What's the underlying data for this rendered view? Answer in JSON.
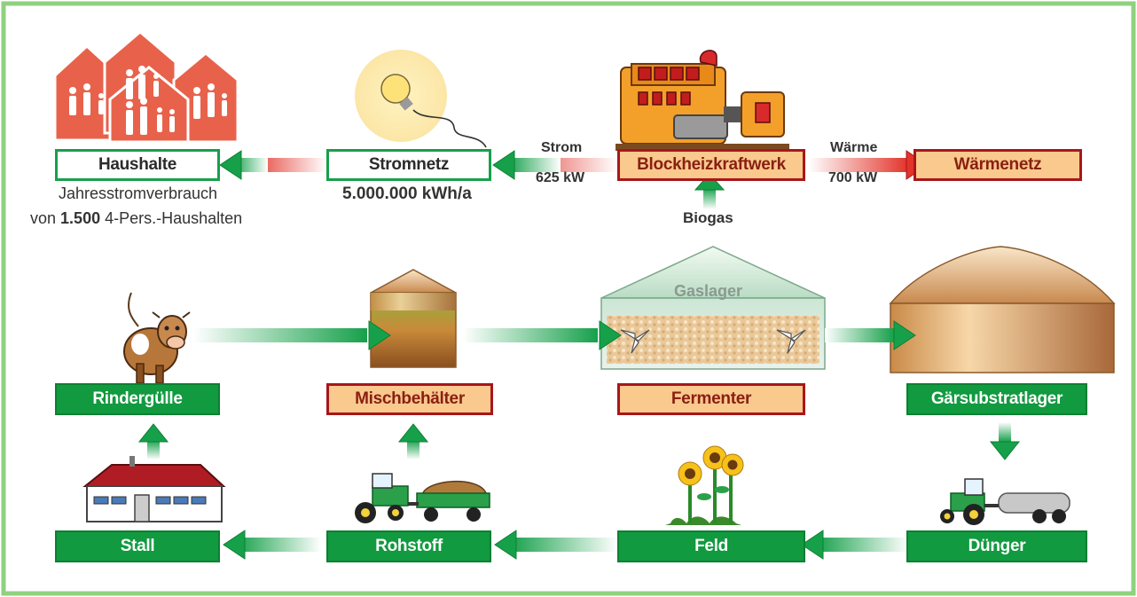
{
  "colors": {
    "frame": "#8fd17f",
    "green_box": "#119a3f",
    "orange_box": "#f9c98e",
    "red_border": "#a8161b",
    "house_red": "#e8624b"
  },
  "energy_chain": {
    "households": {
      "label": "Haushalte",
      "note_line1": "Jahresstromverbrauch",
      "note_prefix": "von",
      "note_count": "1.500",
      "note_suffix": "4-Pers.-Haushalten"
    },
    "grid": {
      "label": "Stromnetz",
      "value": "5.000.000 kWh/a"
    },
    "power_flow": {
      "label": "Strom",
      "value": "625 kW"
    },
    "chp": {
      "label": "Blockheizkraftwerk"
    },
    "heat_flow": {
      "label": "Wärme",
      "value": "700 kW"
    },
    "heat_grid": {
      "label": "Wärmenetz"
    },
    "biogas_label": "Biogas"
  },
  "process": {
    "manure": "Rindergülle",
    "mixing_tank": "Mischbehälter",
    "fermenter": "Fermenter",
    "gas_storage": "Gaslager",
    "digestate_storage": "Gärsubstratlager"
  },
  "cycle": {
    "barn": "Stall",
    "raw_material": "Rohstoff",
    "field": "Feld",
    "fertilizer": "Dünger"
  },
  "icons": [
    "house-icon",
    "lightbulb-icon",
    "engine-icon",
    "cow-icon",
    "silo-icon",
    "fermenter-icon",
    "storage-tank-icon",
    "barn-icon",
    "tractor-trailer-icon",
    "sunflower-icon",
    "tractor-tanker-icon"
  ]
}
